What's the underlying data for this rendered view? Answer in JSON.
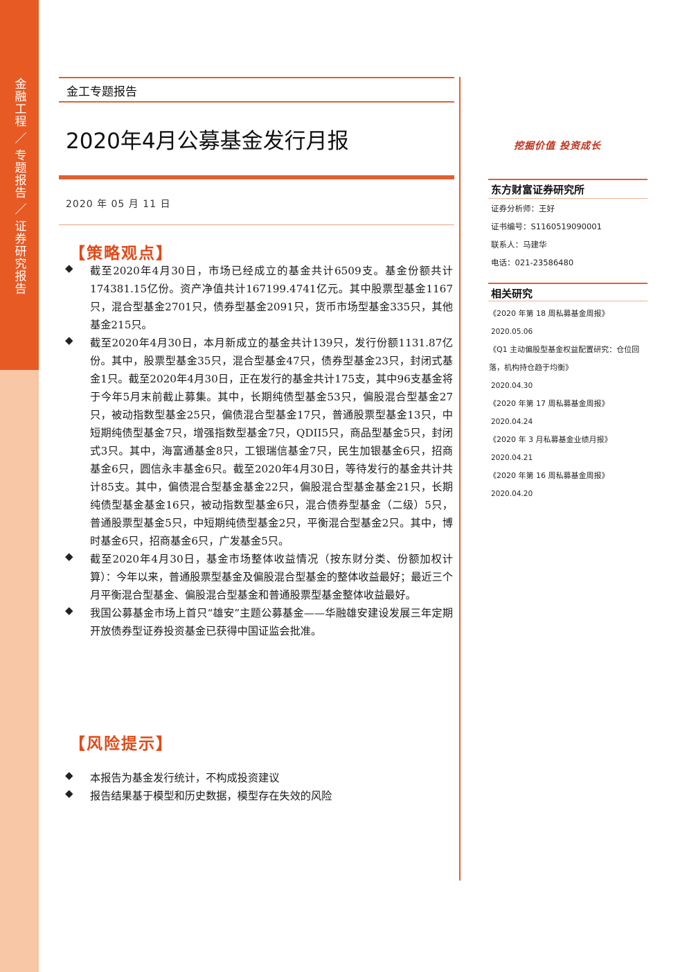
{
  "sidebar": {
    "text": "金融工程 ／ 专题报告 ／ 证券研究报告"
  },
  "header": {
    "report_type": "金工专题报告",
    "title": "2020年4月公募基金发行月报",
    "date": "2020 年 05 月 11 日"
  },
  "strategy": {
    "heading": "【策略观点】",
    "bullets": [
      "截至2020年4月30日，市场已经成立的基金共计6509支。基金份额共计174381.15亿份。资产净值共计167199.4741亿元。其中股票型基金1167只，混合型基金2701只，债券型基金2091只，货币市场型基金335只，其他基金215只。",
      "截至2020年4月30日，本月新成立的基金共计139只，发行份额1131.87亿份。其中，股票型基金35只，混合型基金47只，债券型基金23只，封闭式基金1只。截至2020年4月30日，正在发行的基金共计175支，其中96支基金将于今年5月末前截止募集。其中，长期纯债型基金53只，偏股混合型基金27只，被动指数型基金25只，偏债混合型基金17只，普通股票型基金13只，中短期纯债型基金7只，增强指数型基金7只，QDII5只，商品型基金5只，封闭式3只。其中，海富通基金8只，工银瑞信基金7只，民生加银基金6只，招商基金6只，圆信永丰基金6只。截至2020年4月30日，等待发行的基金共计共计85支。其中，偏债混合型基金基金22只，偏股混合型基金基金21只，长期纯债型基金基金16只，被动指数型基金6只，混合债券型基金（二级）5只，普通股票型基金5只，中短期纯债型基金2只，平衡混合型基金2只。其中，博时基金6只，招商基金6只，广发基金5只。",
      "截至2020年4月30日，基金市场整体收益情况（按东财分类、份额加权计算）：今年以来，普通股票型基金及偏股混合型基金的整体收益最好；最近三个月平衡混合型基金、偏股混合型基金和普通股票型基金整体收益最好。",
      "我国公募基金市场上首只“雄安”主题公募基金——华融雄安建设发展三年定期开放债券型证券投资基金已获得中国证监会批准。"
    ]
  },
  "risk": {
    "heading": "【风险提示】",
    "bullets": [
      "本报告为基金发行统计，不构成投资建议",
      "报告结果基于模型和历史数据，模型存在失效的风险"
    ]
  },
  "bullet_symbol": "◆",
  "right_column": {
    "slogan": "挖掘价值 投资成长",
    "institute": "东方财富证券研究所",
    "analyst": "证券分析师：王好",
    "cert": "证书编号：S1160519090001",
    "contact": "联系人：马建华",
    "phone": "电话：021-23586480",
    "related_heading": "相关研究",
    "related": [
      {
        "title": "《2020 年第 18 周私募基金周报》",
        "date": "2020.05.06"
      },
      {
        "title": "《Q1 主动偏股型基金权益配置研究：仓位回落，机构持仓趋于均衡》",
        "date": "2020.04.30"
      },
      {
        "title": "《2020 年第 17 周私募基金周报》",
        "date": "2020.04.24"
      },
      {
        "title": "《2020 年 3 月私募基金业绩月报》",
        "date": "2020.04.21"
      },
      {
        "title": "《2020 年第 16 周私募基金周报》",
        "date": "2020.04.20"
      }
    ]
  },
  "colors": {
    "accent": "#e85a24",
    "accent_light": "#f8c7a5",
    "heading_red": "#e04a18"
  }
}
